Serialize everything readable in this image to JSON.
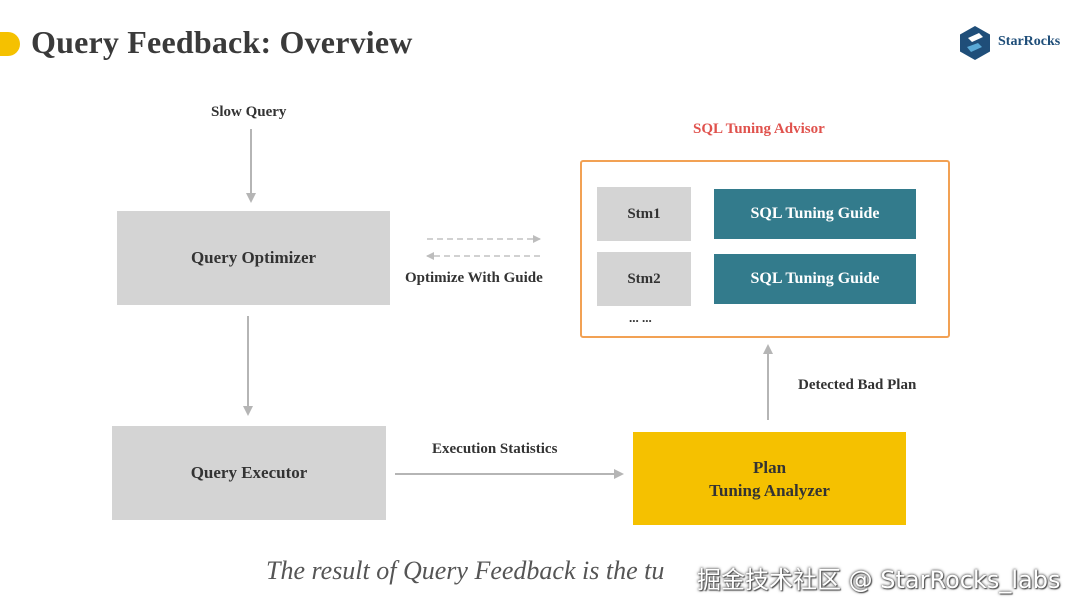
{
  "slide": {
    "title": "Query Feedback: Overview",
    "caption": "The result of Query Feedback is the tu",
    "watermark": "掘金技术社区 @ StarRocks_labs"
  },
  "logo": {
    "text": "StarRocks"
  },
  "diagram": {
    "slow_query_label": "Slow Query",
    "query_optimizer": "Query Optimizer",
    "query_executor": "Query Executor",
    "optimize_with_guide_label": "Optimize With Guide",
    "execution_statistics_label": "Execution Statistics",
    "plan_tuning_analyzer": {
      "line1": "Plan",
      "line2": "Tuning Analyzer"
    },
    "detected_bad_plan_label": "Detected Bad Plan",
    "sql_tuning_advisor": {
      "title": "SQL Tuning Advisor",
      "rows": [
        {
          "stmt": "Stm1",
          "guide": "SQL Tuning Guide"
        },
        {
          "stmt": "Stm2",
          "guide": "SQL Tuning Guide"
        }
      ],
      "ellipsis": "... ..."
    }
  },
  "colors": {
    "accent_yellow": "#f5c100",
    "guide_teal": "#337b8c",
    "advisor_border": "#f2a154",
    "advisor_title_red": "#e0524d",
    "box_gray": "#d4d4d4",
    "logo_blue": "#1f4e79"
  }
}
